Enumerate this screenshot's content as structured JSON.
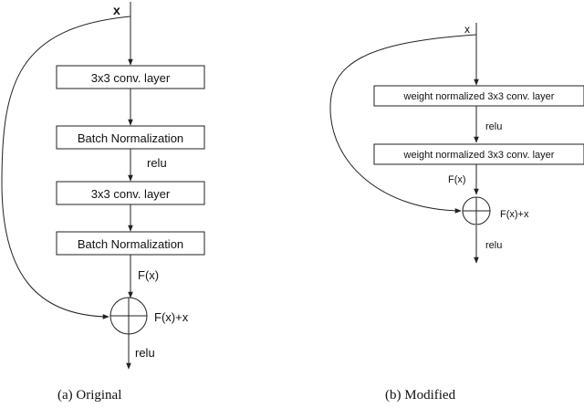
{
  "original": {
    "input_label": "x",
    "layers": [
      "3x3 conv. layer",
      "Batch Normalization",
      "3x3 conv. layer",
      "Batch Normalization"
    ],
    "between_label": "relu",
    "fx_label": "F(x)",
    "sum_label": "F(x)+x",
    "output_label": "relu",
    "caption": "(a) Original"
  },
  "modified": {
    "input_label": "x",
    "layers": [
      "weight normalized 3x3 conv. layer",
      "weight normalized 3x3 conv. layer"
    ],
    "between_label": "relu",
    "fx_label": "F(x)",
    "sum_label": "F(x)+x",
    "output_label": "relu",
    "caption": "(b) Modified"
  }
}
